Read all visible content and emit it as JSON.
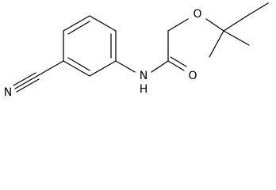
{
  "molecule": {
    "atoms": {
      "nitrile_n": "N",
      "amide_n": "N",
      "amide_h": "H",
      "carbonyl_o": "O",
      "ether_o": "O"
    }
  }
}
